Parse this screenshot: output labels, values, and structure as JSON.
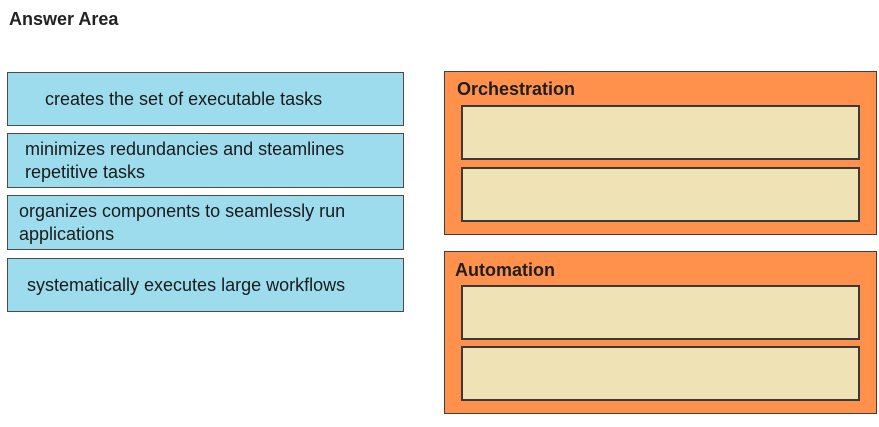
{
  "header": {
    "title": "Answer Area"
  },
  "source_items": [
    {
      "label": "creates the set of executable tasks"
    },
    {
      "label": "minimizes redundancies and steamlines repetitive tasks"
    },
    {
      "label": "organizes components to seamlessly run applications"
    },
    {
      "label": "systematically executes large workflows"
    }
  ],
  "target_groups": [
    {
      "title": "Orchestration",
      "slots": [
        "",
        ""
      ]
    },
    {
      "title": "Automation",
      "slots": [
        "",
        ""
      ]
    }
  ],
  "colors": {
    "source_item_bg": "#9cdced",
    "group_bg": "#ff914c",
    "slot_bg": "#efe2b4"
  }
}
